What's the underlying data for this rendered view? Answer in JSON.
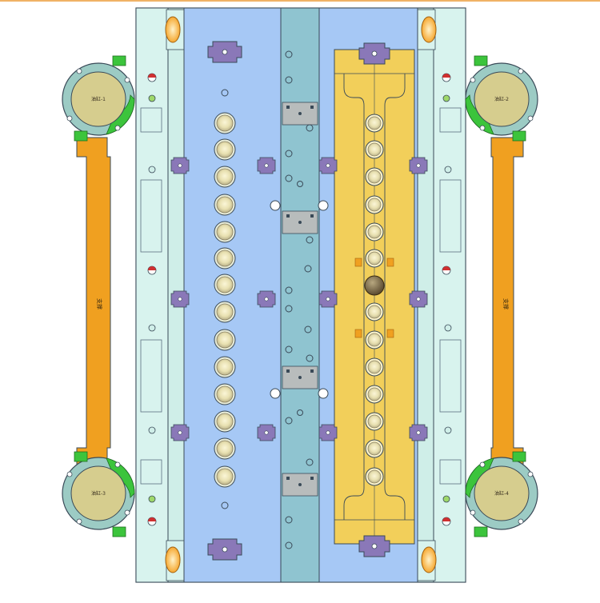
{
  "drawing": {
    "view": "mold plan view",
    "colors": {
      "frame": "#cfeee8",
      "base_plate": "#a6c8f5",
      "center_rail": "#8fc4d0",
      "cavity_insert": "#f2cf5a",
      "cylinder_mount": "#9ccbc4",
      "cylinder_body": "#d6cd8e",
      "rod_orange": "#f0a020",
      "clamp_purple": "#8a78b8",
      "pad_grey": "#b8bcbc",
      "fitting_green": "#3cc43c",
      "outline": "#3a4a58"
    }
  },
  "labels": {
    "cylinder_tl": "油缸-1",
    "cylinder_tr": "油缸-2",
    "cylinder_bl": "油缸-3",
    "cylinder_br": "油缸-4",
    "rod_left": "支撑",
    "rod_right": "支撑"
  }
}
